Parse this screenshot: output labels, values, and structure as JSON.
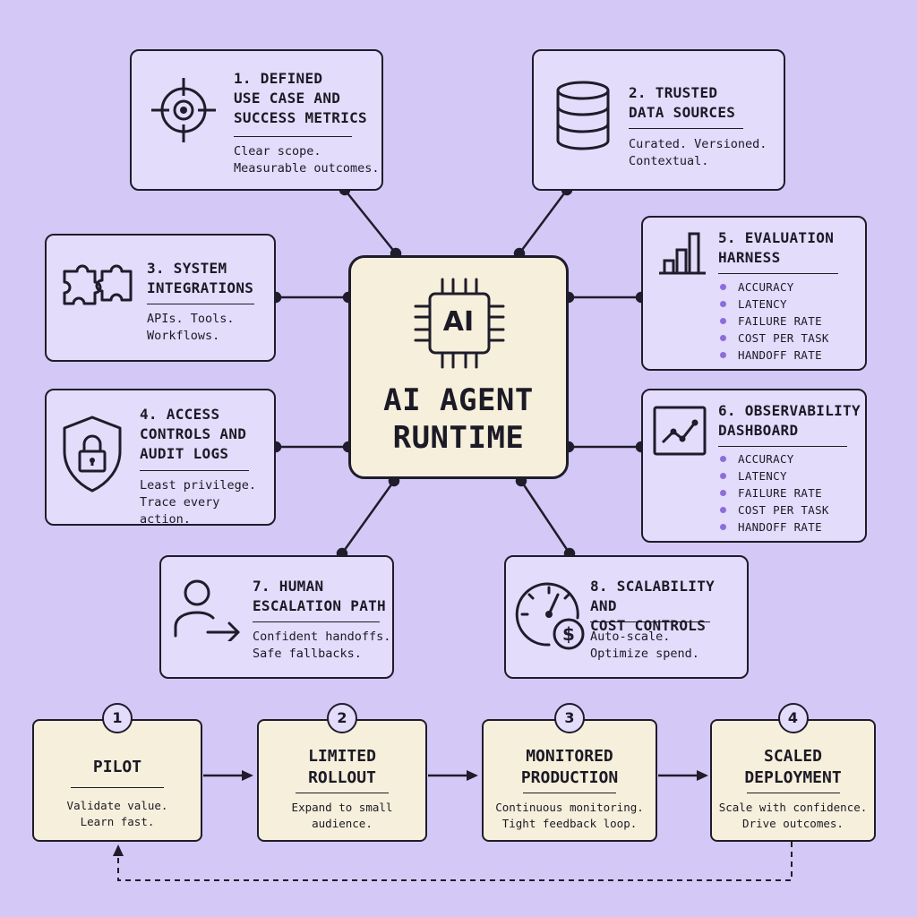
{
  "center": {
    "chip_label": "AI",
    "title": "AI AGENT\nRUNTIME"
  },
  "components": {
    "use_case": {
      "title": "1. DEFINED\nUSE CASE AND\nSUCCESS METRICS",
      "desc": [
        "Clear scope.",
        "Measurable outcomes."
      ],
      "icon": "target-icon"
    },
    "data_sources": {
      "title": "2. TRUSTED\nDATA SOURCES",
      "desc": [
        "Curated. Versioned.",
        "Contextual."
      ],
      "icon": "database-icon"
    },
    "integrations": {
      "title": "3. SYSTEM\nINTEGRATIONS",
      "desc": [
        "APIs. Tools.",
        "Workflows."
      ],
      "icon": "puzzle-icon"
    },
    "access": {
      "title": "4. ACCESS\nCONTROLS AND\nAUDIT LOGS",
      "desc": [
        "Least privilege.",
        "Trace every action."
      ],
      "icon": "shield-lock-icon"
    },
    "evaluation": {
      "title": "5. EVALUATION\nHARNESS",
      "metrics": [
        "ACCURACY",
        "LATENCY",
        "FAILURE RATE",
        "COST PER TASK",
        "HANDOFF RATE"
      ],
      "icon": "bar-chart-icon"
    },
    "observability": {
      "title": "6. OBSERVABILITY\nDASHBOARD",
      "metrics": [
        "ACCURACY",
        "LATENCY",
        "FAILURE RATE",
        "COST PER TASK",
        "HANDOFF RATE"
      ],
      "icon": "line-chart-icon"
    },
    "escalation": {
      "title": "7. HUMAN\nESCALATION PATH",
      "desc": [
        "Confident handoffs.",
        "Safe fallbacks."
      ],
      "icon": "person-arrow-icon"
    },
    "scalability": {
      "title": "8. SCALABILITY AND\nCOST CONTROLS",
      "desc": [
        "Auto-scale.",
        "Optimize spend."
      ],
      "icon": "gauge-dollar-icon"
    }
  },
  "stages": [
    {
      "num": "1",
      "title": "PILOT",
      "desc": "Validate value.\nLearn fast."
    },
    {
      "num": "2",
      "title": "LIMITED\nROLLOUT",
      "desc": "Expand to small\naudience."
    },
    {
      "num": "3",
      "title": "MONITORED\nPRODUCTION",
      "desc": "Continuous monitoring.\nTight feedback loop."
    },
    {
      "num": "4",
      "title": "SCALED\nDEPLOYMENT",
      "desc": "Scale with confidence.\nDrive outcomes."
    }
  ],
  "colors": {
    "background": "#d4c9f6",
    "card": "#e3dcfb",
    "cream": "#f6efdb",
    "ink": "#1f1c2b",
    "bullet": "#8b6ddc"
  }
}
